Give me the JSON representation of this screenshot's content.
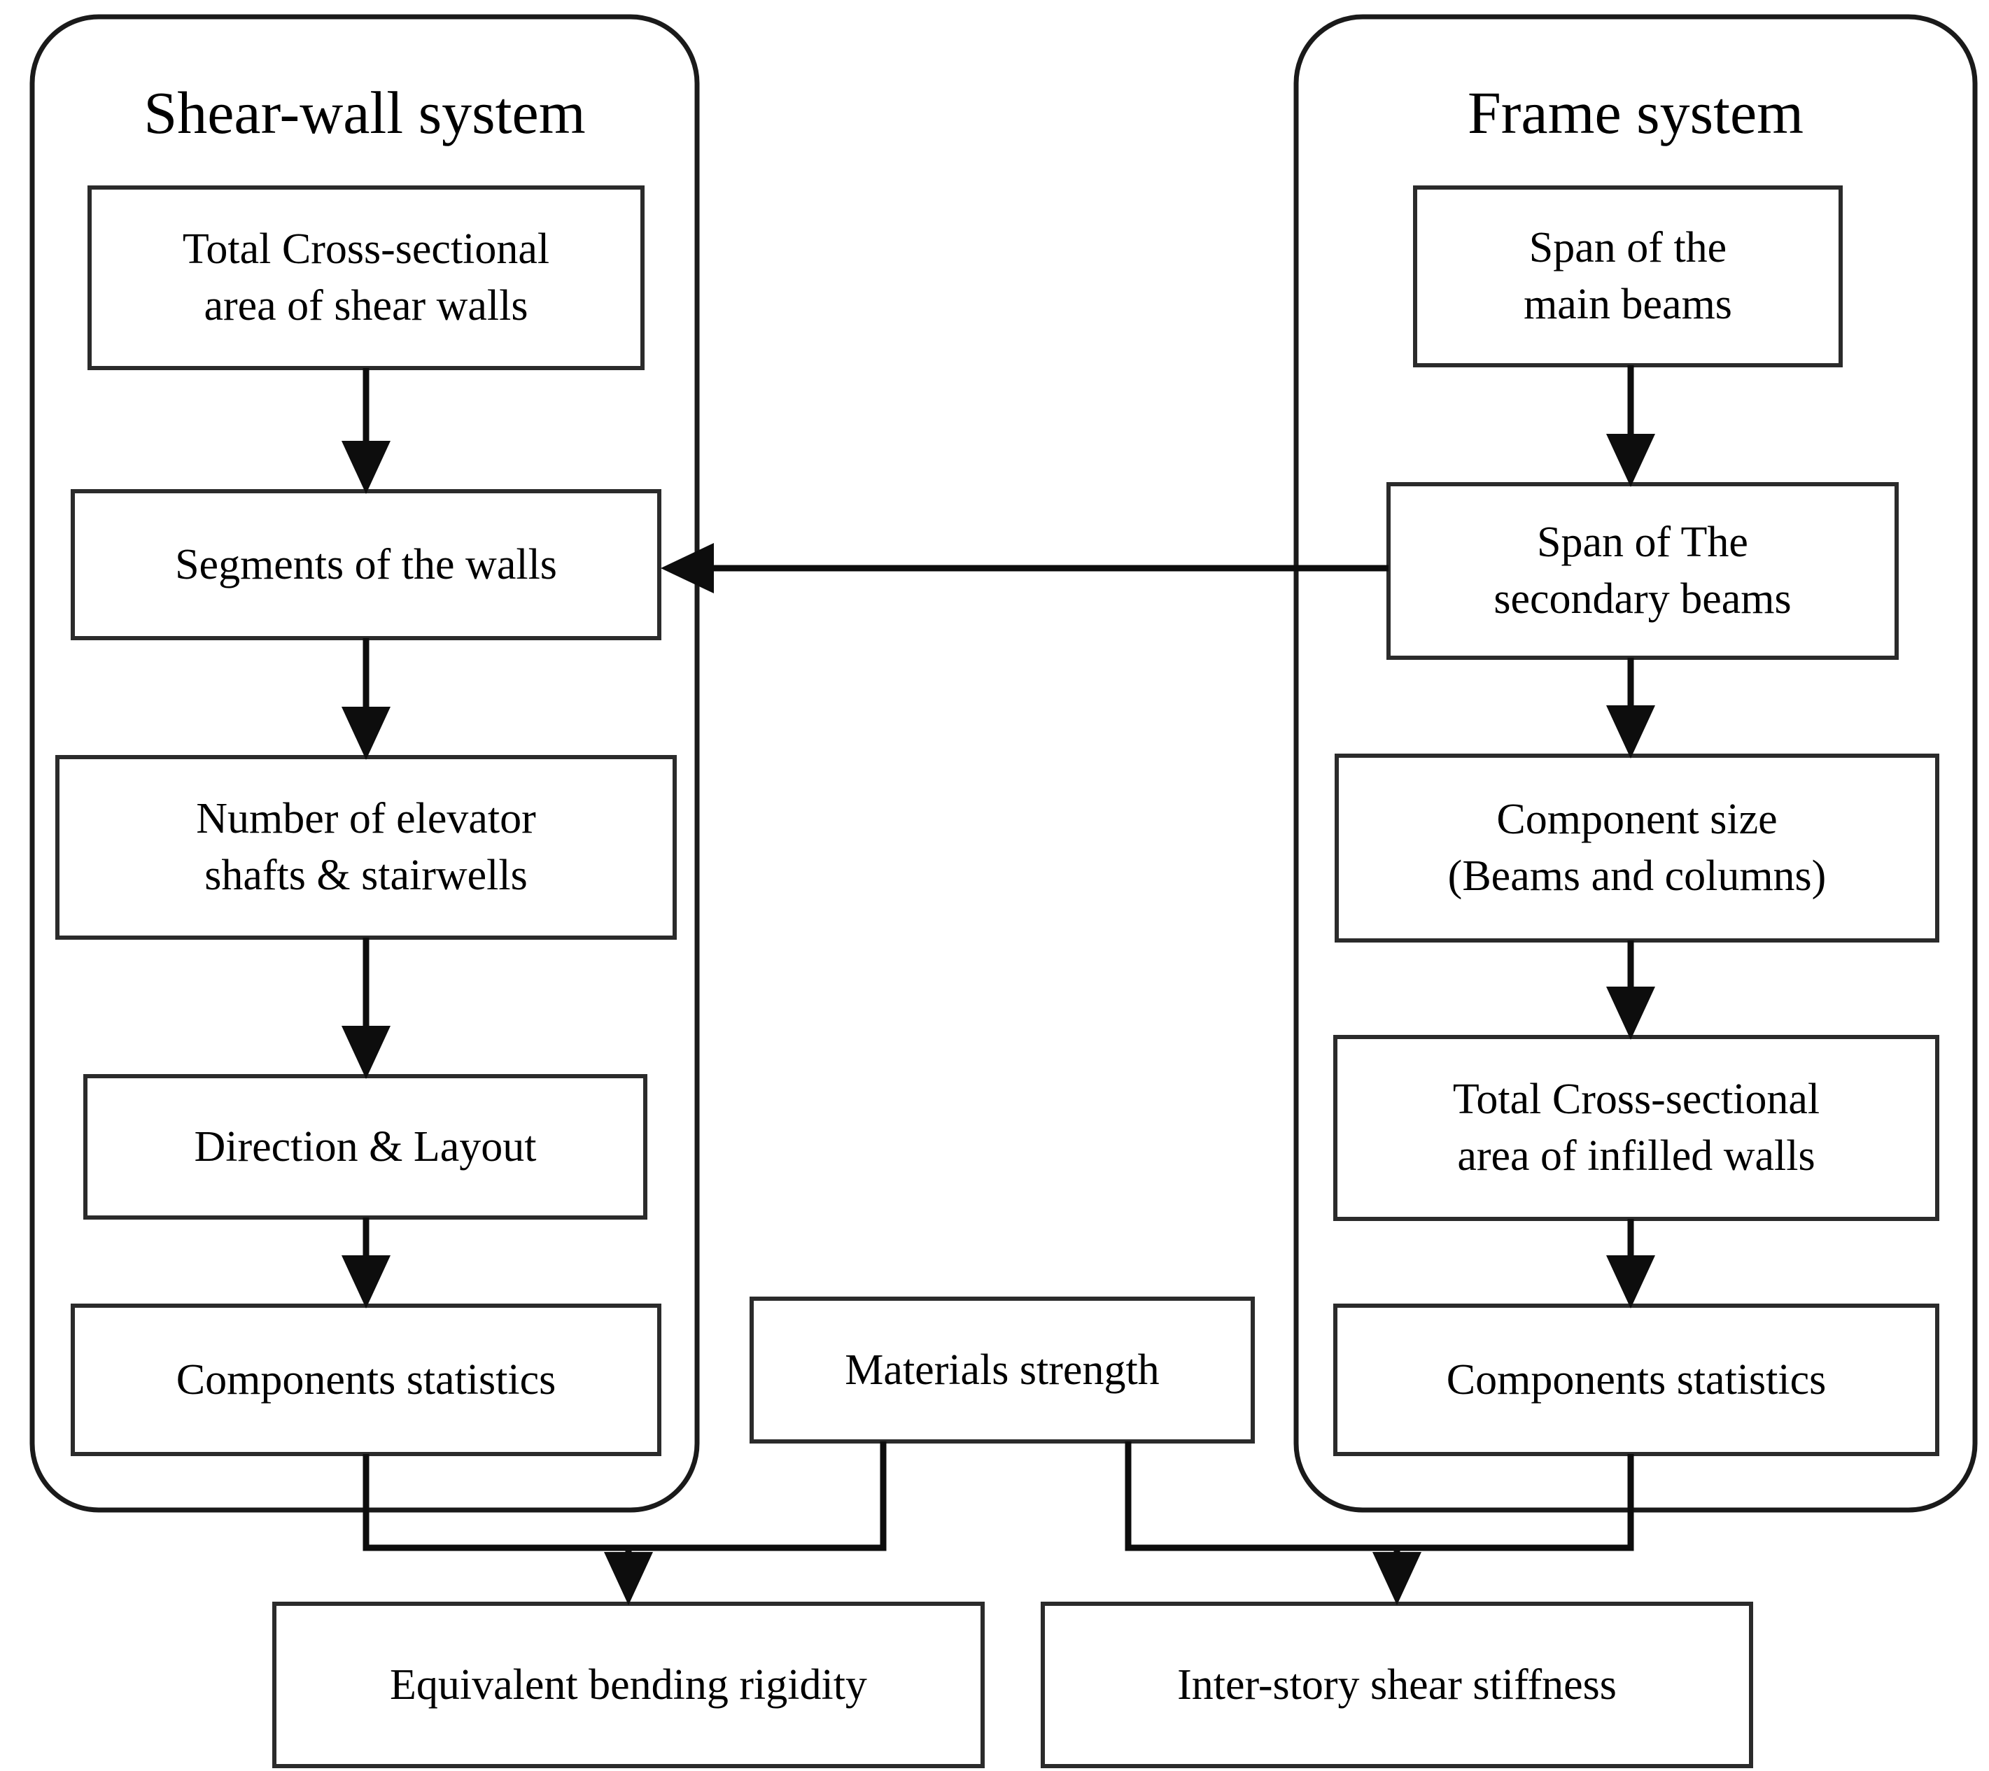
{
  "diagram": {
    "type": "flowchart",
    "title": "",
    "background_color": "#ffffff",
    "line_color": "#0d0d0d",
    "box_border_color": "#2b2b2b",
    "text_color": "#000000"
  },
  "groups": [
    {
      "id": "shear-wall-system",
      "title": "Shear-wall system"
    },
    {
      "id": "frame-system",
      "title": "Frame system"
    }
  ],
  "nodes": {
    "sw1": {
      "label": "Total Cross-sectional\narea of shear walls"
    },
    "sw2": {
      "label": "Segments of the walls"
    },
    "sw3": {
      "label": "Number of elevator\nshafts & stairwells"
    },
    "sw4": {
      "label": "Direction & Layout"
    },
    "sw5": {
      "label": "Components statistics"
    },
    "mid1": {
      "label": "Materials strength"
    },
    "fr1": {
      "label": "Span of the\nmain  beams"
    },
    "fr2": {
      "label": "Span of The\nsecondary beams"
    },
    "fr3": {
      "label": "Component size\n(Beams and columns)"
    },
    "fr4": {
      "label": "Total Cross-sectional\narea of infilled walls"
    },
    "fr5": {
      "label": "Components statistics"
    },
    "out1": {
      "label": "Equivalent bending rigidity"
    },
    "out2": {
      "label": "Inter-story shear stiffness"
    }
  },
  "edges": [
    {
      "from": "sw1",
      "to": "sw2",
      "direction": "down"
    },
    {
      "from": "sw2",
      "to": "sw3",
      "direction": "down"
    },
    {
      "from": "sw3",
      "to": "sw4",
      "direction": "down"
    },
    {
      "from": "sw4",
      "to": "sw5",
      "direction": "down"
    },
    {
      "from": "fr1",
      "to": "fr2",
      "direction": "down"
    },
    {
      "from": "fr2",
      "to": "sw2",
      "direction": "left"
    },
    {
      "from": "fr2",
      "to": "fr3",
      "direction": "down"
    },
    {
      "from": "fr3",
      "to": "fr4",
      "direction": "down"
    },
    {
      "from": "fr4",
      "to": "fr5",
      "direction": "down"
    },
    {
      "from": "sw5",
      "to": "out1",
      "direction": "down"
    },
    {
      "from": "mid1",
      "to": "out1",
      "direction": "down-left"
    },
    {
      "from": "mid1",
      "to": "out2",
      "direction": "down-right"
    },
    {
      "from": "fr5",
      "to": "out2",
      "direction": "down"
    }
  ]
}
